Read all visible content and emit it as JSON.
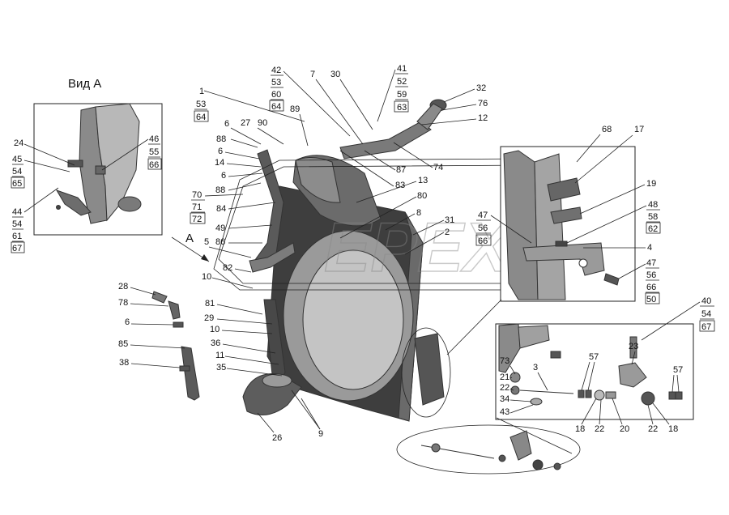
{
  "view_title": "Вид А",
  "arrow_letter": "А",
  "watermark": "EPEX",
  "labels": {
    "l1": "1",
    "l53a": "53",
    "l64a": "64",
    "l42": "42",
    "l53b": "53",
    "l60": "60",
    "l64b": "64",
    "l7": "7",
    "l30": "30",
    "l41": "41",
    "l52": "52",
    "l59": "59",
    "l63": "63",
    "l32": "32",
    "l76": "76",
    "l12": "12",
    "l89": "89",
    "l27": "27",
    "l90": "90",
    "l6a": "6",
    "l88a": "88",
    "l6b": "6",
    "l14": "14",
    "l6c": "6",
    "l87": "87",
    "l74": "74",
    "l13": "13",
    "l83": "83",
    "l70": "70",
    "l71": "71",
    "l72": "72",
    "l88b": "88",
    "l80": "80",
    "l84": "84",
    "l8": "8",
    "l31": "31",
    "l2": "2",
    "l49": "49",
    "l86": "86",
    "l5": "5",
    "l82": "82",
    "l10a": "10",
    "l81": "81",
    "l29": "29",
    "l10b": "10",
    "l36": "36",
    "l11": "11",
    "l35": "35",
    "l26": "26",
    "l9": "9",
    "l28": "28",
    "l78": "78",
    "l6d": "6",
    "l85": "85",
    "l38": "38",
    "l24": "24",
    "l45": "45",
    "l54a": "54",
    "l65": "65",
    "l46": "46",
    "l55": "55",
    "l66a": "66",
    "l44": "44",
    "l54b": "54",
    "l61": "61",
    "l67a": "67",
    "l68": "68",
    "l17": "17",
    "l19": "19",
    "l47a": "47",
    "l56a": "56",
    "l66b": "66",
    "l48": "48",
    "l58": "58",
    "l62": "62",
    "l4": "4",
    "l47b": "47",
    "l56b": "56",
    "l66c": "66",
    "l50": "50",
    "l40": "40",
    "l54c": "54",
    "l67b": "67",
    "l73": "73",
    "l3": "3",
    "l57a": "57",
    "l23": "23",
    "l57b": "57",
    "l21": "21",
    "l22a": "22",
    "l34": "34",
    "l43": "43",
    "l18a": "18",
    "l22b": "22",
    "l20": "20",
    "l22c": "22",
    "l18b": "18"
  }
}
